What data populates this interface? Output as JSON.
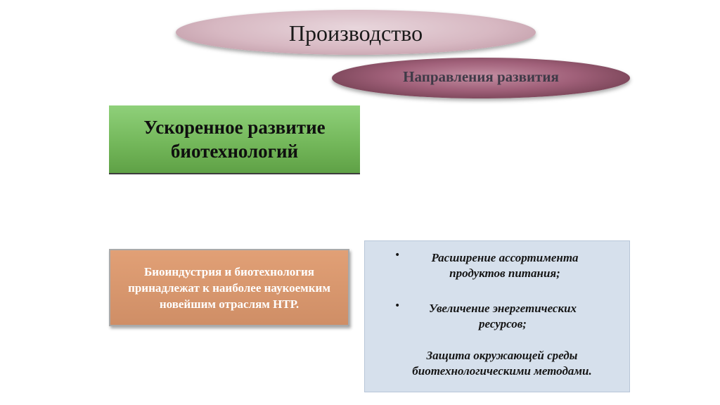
{
  "title": "Производство",
  "subtitle": "Направления развития",
  "green_box": {
    "line1": "Ускоренное развитие",
    "line2": "биотехнологий"
  },
  "orange_box": {
    "text": "Биоиндустрия и биотехнология принадлежат к наиболее наукоемким новейшим отраслям НТР."
  },
  "blue_box": {
    "bullet_char": "•",
    "item1": "Расширение ассортимента продуктов питания;",
    "item2": "Увеличение энергетических ресурсов;",
    "item3": "Защита окружающей среды биотехнологическими методами."
  }
}
